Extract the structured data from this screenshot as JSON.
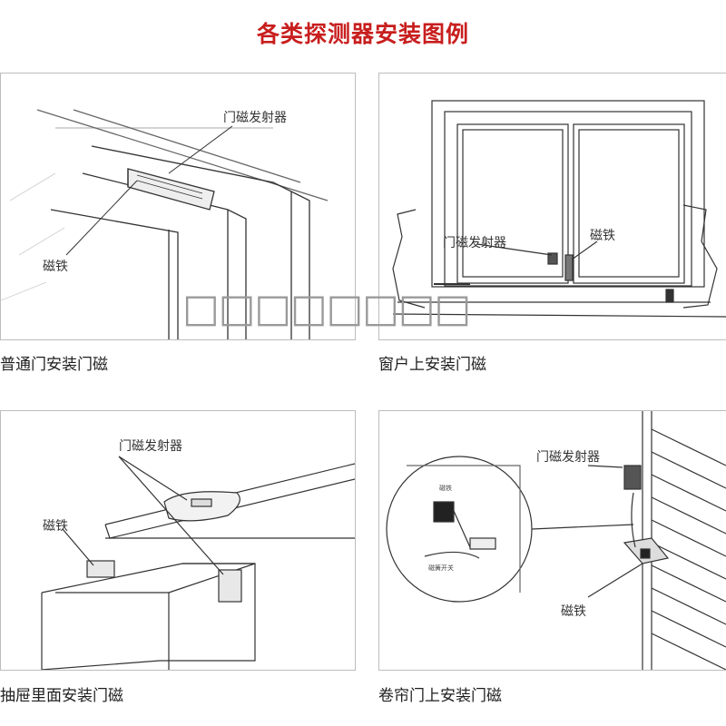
{
  "title": "各类探测器安装图例",
  "title_color": "#c81e1e",
  "watermark": "□□□□□□□□",
  "panels": [
    {
      "caption": "普通门安装门磁",
      "labels": {
        "transmitter": "门磁发射器",
        "magnet": "磁铁"
      }
    },
    {
      "caption": "窗户上安装门磁",
      "labels": {
        "transmitter": "门磁发射器",
        "magnet": "磁铁"
      }
    },
    {
      "caption": "抽屉里面安装门磁",
      "labels": {
        "transmitter": "门磁发射器",
        "magnet": "磁铁"
      }
    },
    {
      "caption": "卷帘门上安装门磁",
      "labels": {
        "transmitter": "门磁发射器",
        "magnet": "磁铁",
        "inset_magnet": "磁铁",
        "inset_bottom": "磁簧开关"
      }
    }
  ]
}
